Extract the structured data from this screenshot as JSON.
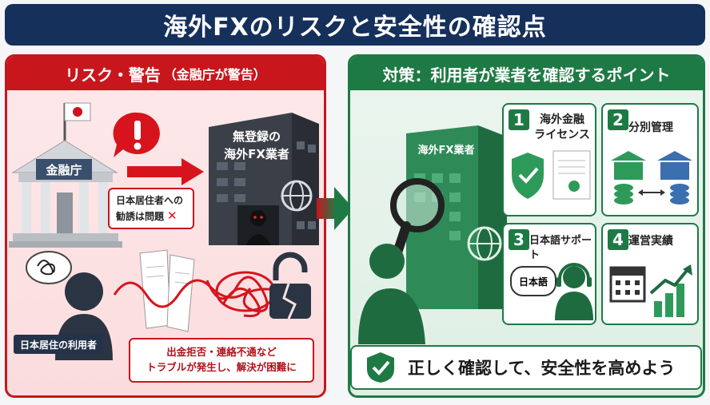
{
  "title": "海外FXのリスクと安全性の確認点",
  "left": {
    "header_main": "リスク・警告",
    "header_sub": "（金融庁が警告）",
    "regulator_sign": "金融庁",
    "unregistered_building": [
      "無登録の",
      "海外FX業者"
    ],
    "solicitation_box": [
      "日本居住者への",
      "勧誘は問題"
    ],
    "user_label": "日本居住の利用者",
    "trouble_box": [
      "出金拒否・連絡不通など",
      "トラブルが発生し、解決が困難に"
    ]
  },
  "right": {
    "header": "対策：利用者が業者を確認するポイント",
    "building_label": "海外FX業者",
    "cards": [
      {
        "num": "1",
        "title": [
          "海外金融",
          "ライセンス"
        ]
      },
      {
        "num": "2",
        "title": [
          "分別管理"
        ]
      },
      {
        "num": "3",
        "title": [
          "日本語サポート"
        ],
        "bubble": "日本語"
      },
      {
        "num": "4",
        "title": [
          "運営実績"
        ]
      }
    ],
    "bottom_message": "正しく確認して、安全性を高めよう"
  },
  "colors": {
    "navy": "#16305c",
    "red": "#c8161d",
    "green": "#1e7a44"
  }
}
